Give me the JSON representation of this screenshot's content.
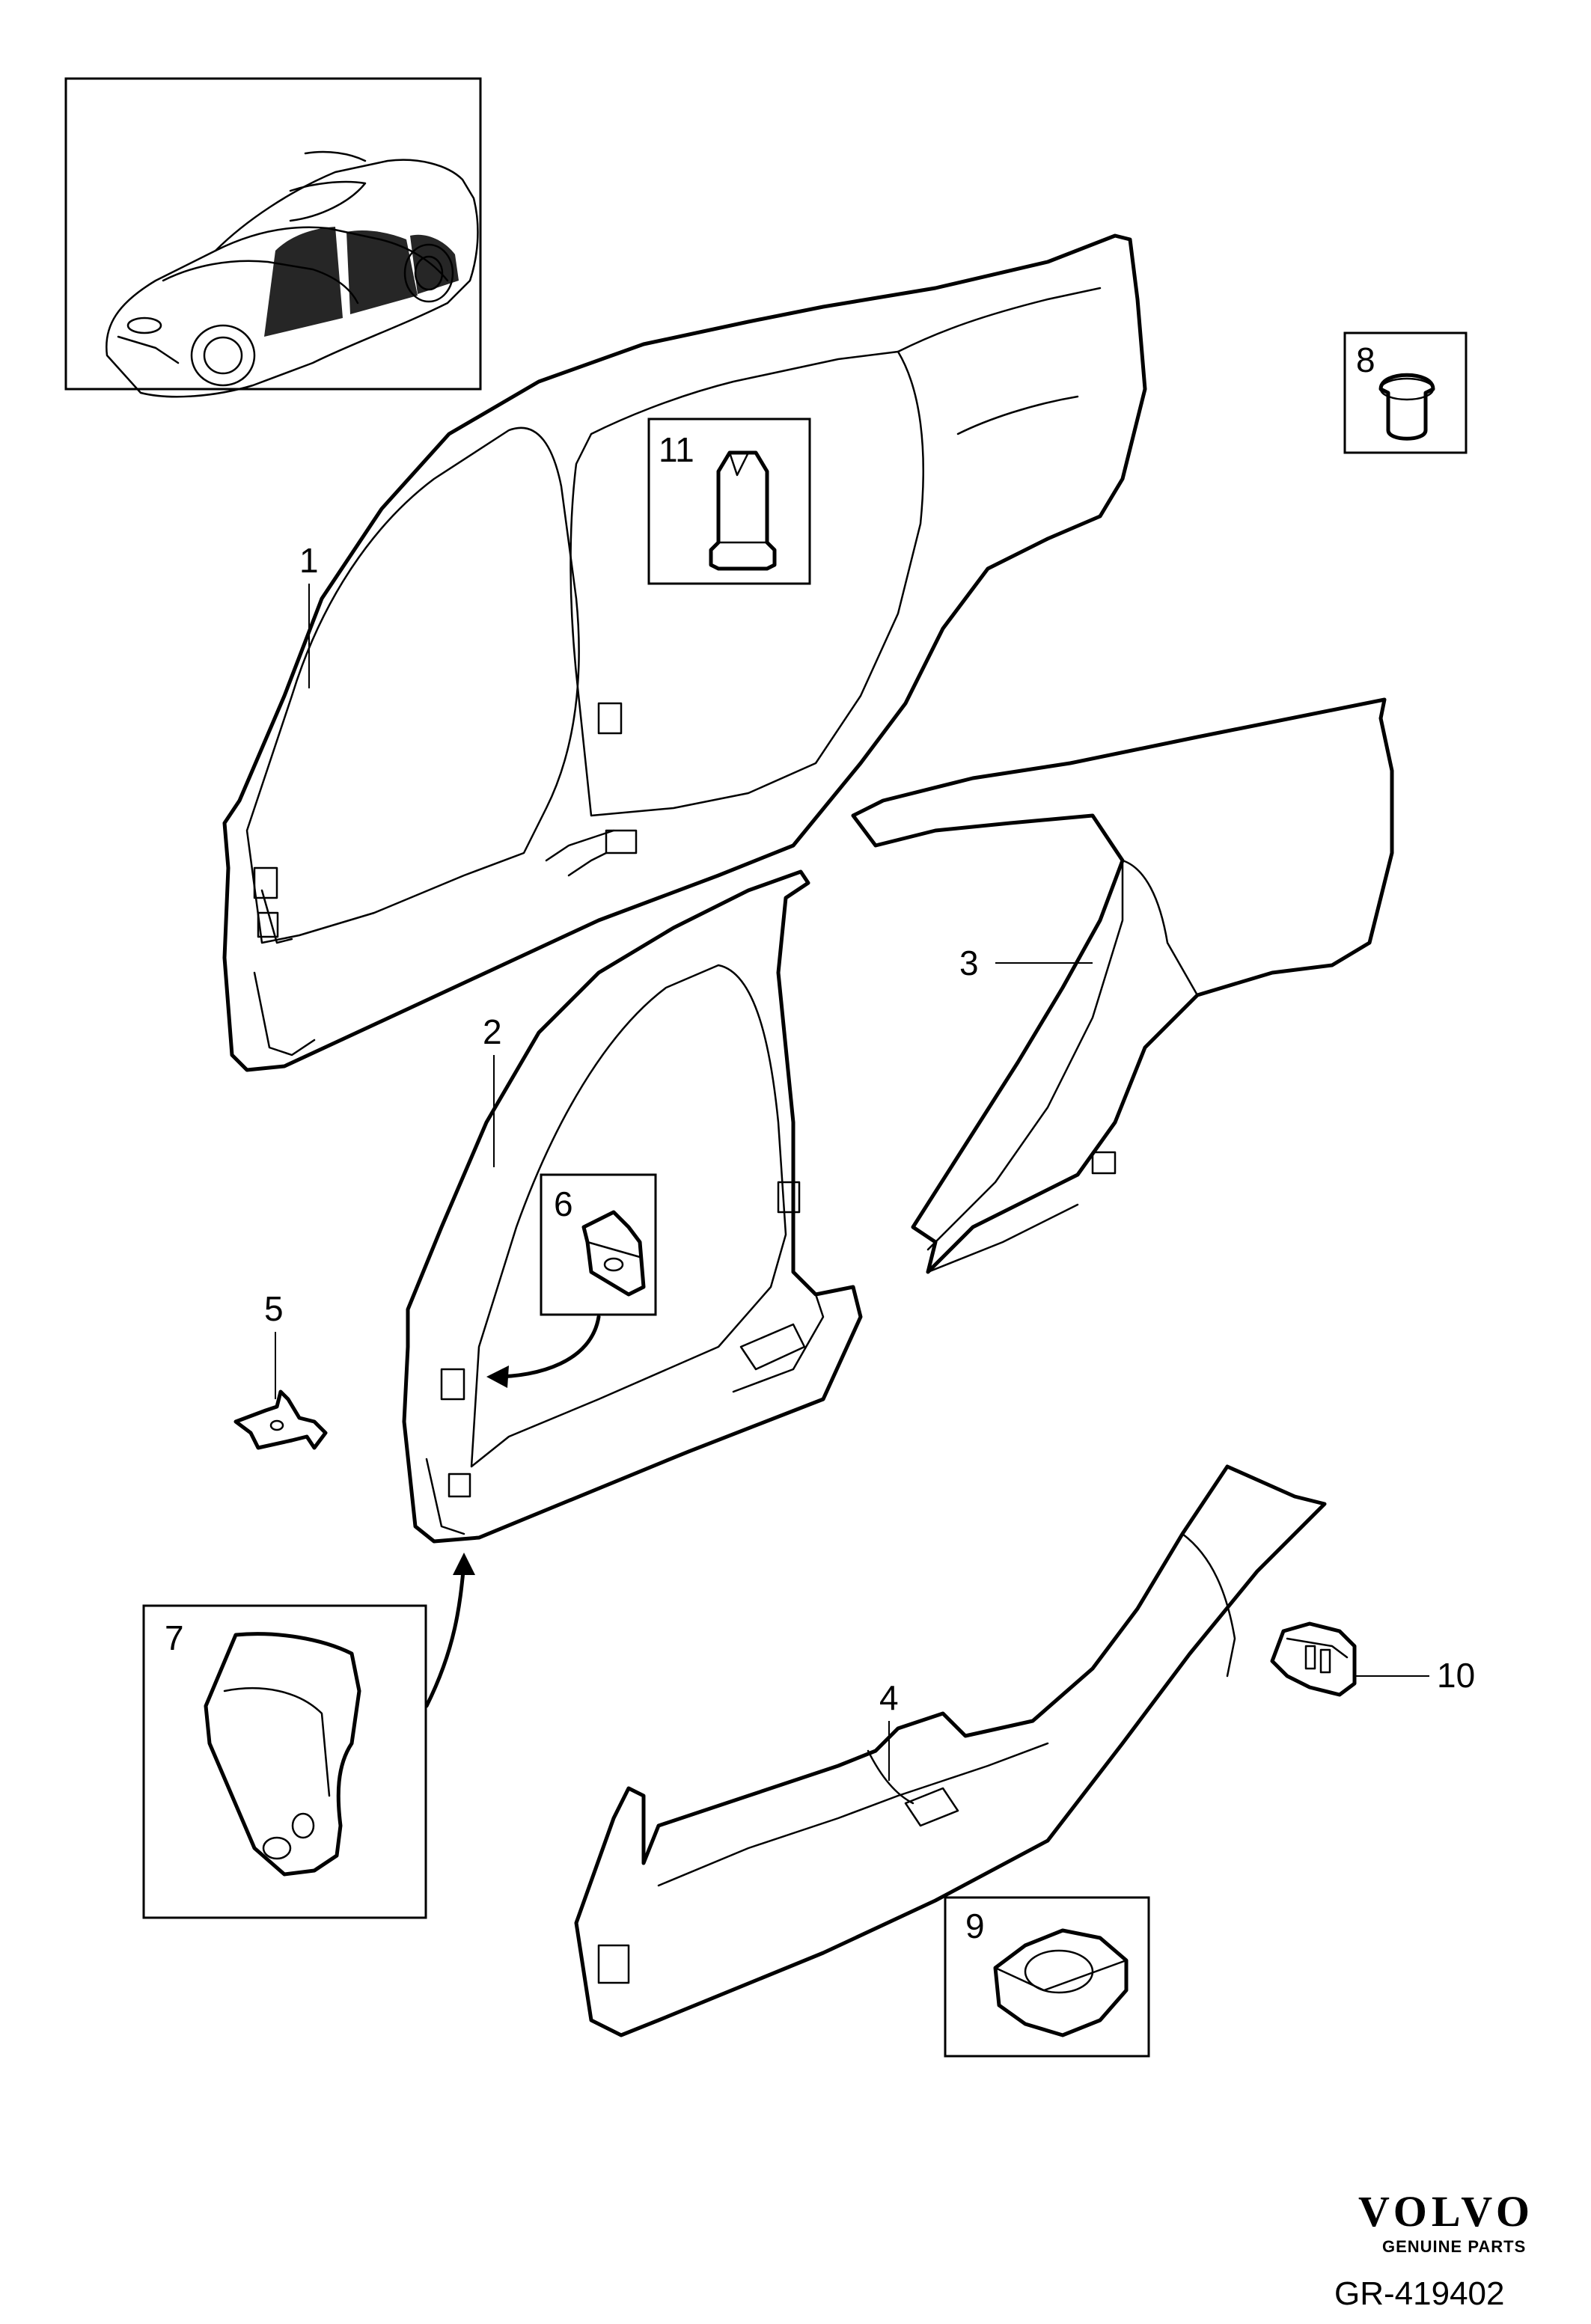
{
  "callouts": {
    "c1": "1",
    "c2": "2",
    "c3": "3",
    "c4": "4",
    "c5": "5",
    "c6": "6",
    "c7": "7",
    "c8": "8",
    "c9": "9",
    "c10": "10",
    "c11": "11"
  },
  "branding": {
    "logo": "VOLVO",
    "tagline": "GENUINE PARTS"
  },
  "reference_code": "GR-419402"
}
